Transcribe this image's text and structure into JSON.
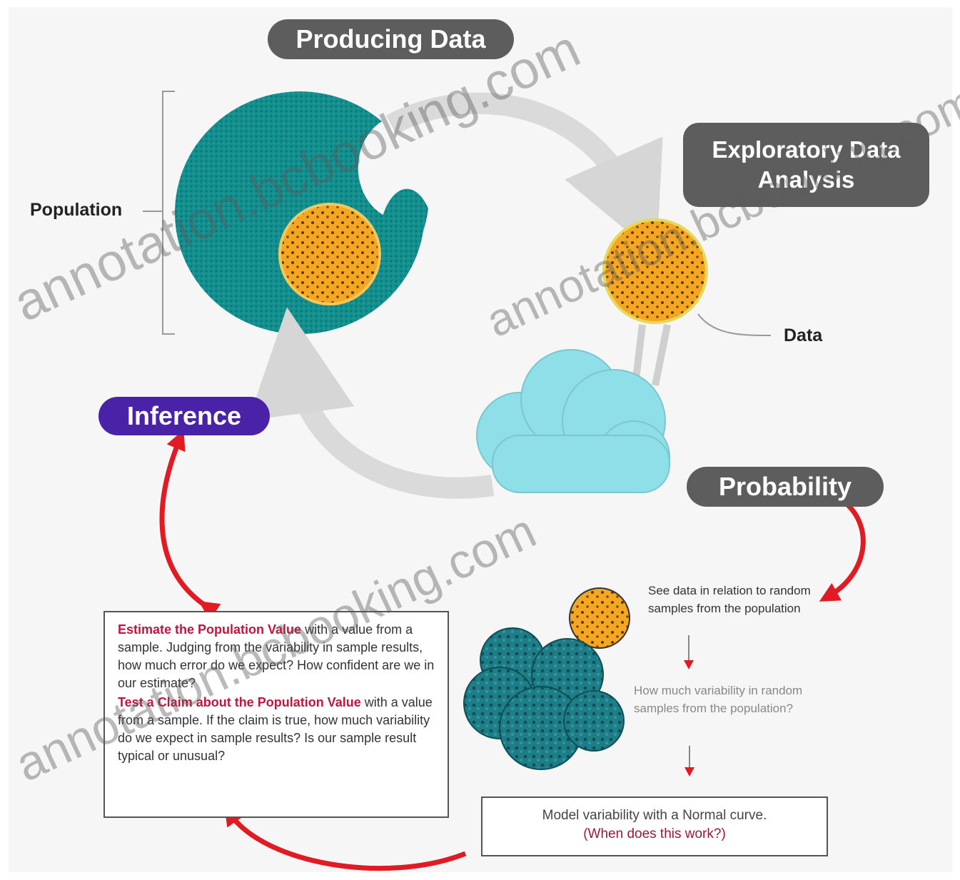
{
  "labels": {
    "producing_data": "Producing Data",
    "exploratory_data_analysis": "Exploratory Data Analysis",
    "inference": "Inference",
    "probability": "Probability",
    "population": "Population",
    "data": "Data"
  },
  "inference_box": {
    "estimate_heading": "Estimate the Population Value",
    "estimate_text": "with a value from a sample. Judging from the variability in sample results, how much error do we expect? How confident are we in our estimate?",
    "test_heading": "Test a Claim about the Population Value",
    "test_text": "with a value from a sample. If the claim is true, how much variability do we expect in sample results? Is our sample result typical or unusual?"
  },
  "probability_steps": {
    "step_1": "See data in relation to random samples from the population",
    "step_2": "How much variability in random samples from the population?"
  },
  "normal_box": {
    "line_1": "Model variability with a Normal curve.",
    "line_2": "(When does this work?)"
  },
  "watermarks": [
    "annotation.bcbooking.com",
    "annotation.bcbooking.com",
    "annotation.bcbooking.com"
  ],
  "colors": {
    "teal": "#138f8f",
    "orange": "#f5a623",
    "cloud": "#8fdfe8",
    "gray_pill": "#5d5d5d",
    "inference_pill": "#4a22a8",
    "accent_red": "#c0163d",
    "arrow_red": "#e01b24",
    "arrow_gray": "#d9d9d9"
  }
}
